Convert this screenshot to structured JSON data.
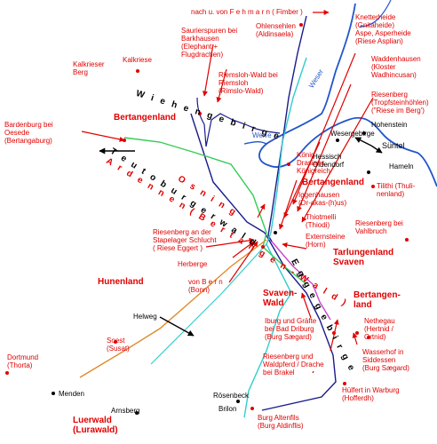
{
  "labels": {
    "fehmarn": "nach u. von F e h m a r n ( Fimber )",
    "knetterheide": "Knetterheide\n(Gnitaheide)\nAspe, Asperheide\n(Riese Asplian)",
    "ohlensehlen": "Ohlensehlen\n(Aldinsaela)",
    "saurier": "Saurierspuren bei\nBarkhausen\n(Elephant +\nFlugdrachen)",
    "kalkriese": "Kalkriese",
    "kalkrieser_berg": "Kalkrieser\nBerg",
    "waddenhausen": "Waddenhausen\n(Kloster\nWadhincusan)",
    "riemsloh": "Riemsloh-Wald bei\nRiemsloh\n(Rimslo-Wald)",
    "riesenberg_top": "Riesenberg\n(Tropfsteinhöhlen)\n(\"Riese im Berg')",
    "bertangenland_nw": "Bertangenland",
    "hohenstein": "Hohenstein",
    "bardenburg": "Bardenburg bei\nOesede\n(Bertangaburg)",
    "wesergebirge": "Wesergebirge",
    "suentel": "Süntel",
    "hessisch": "Hessisch\nOldendorf",
    "hameln": "Hameln",
    "koenig": "König\nDrasians\nKönigreich",
    "bertangenland_mid": "Bertangenland",
    "tilithi": "Tilithi (Thuli-\nnenland)",
    "iggenhausen": "Iggenhausen\n(Dr-akas-(h)us)",
    "thiotmelli": "Thiotmelli\n(Thiodi)",
    "riesenberg_vahl": "Riesenberg bei\nVahlbruch",
    "riesenberg_stap": "Riesenberg an der\nStapelager Schlucht\n( Riese Eggert )",
    "externsteine": "Externsteine\n(Horn)",
    "tarlungen": "Tarlungenland\nSvaven",
    "herberge": "Herberge",
    "hunenland": "Hunenland",
    "bern": "von B e r n\n(Bonn)",
    "svaven_wald": "Svaven-\nWald",
    "bertangen_land_se": "Bertangen-\nland",
    "helweg": "Helweg",
    "iburg": "Iburg und Gräfte\nbei Bad Driburg\n(Burg Sægard)",
    "nethegau": "Nethegau\n(Hertnid /\nOrtnid)",
    "soest": "Soest\n(Susat)",
    "dortmund": "Dortmund\n(Thorta)",
    "wasserhof": "Wasserhof in\nSiddessen\n(Burg Sægard)",
    "riesenberg_brakel": "Riesenberg und\nWaldpferd / Drache\nbei Brakel",
    "menden": "Menden",
    "roesenbeck": "Rösenbeck",
    "huelfert": "Hülfert in Warburg\n(Hofferdh)",
    "arnsberg": "Arnsberg",
    "brilon": "Brilon",
    "luerwald": "Luerwald\n(Lurawald)",
    "altenfils": "Burg Altenfils\n(Burg Aldinflis)"
  },
  "ridges": {
    "wiehengebirge": "W i e h e n g e b i r g e",
    "teutoburgerwald": "T e u t o b u r g e r w a l d",
    "osning": "O s n i n g",
    "ardennen": "A r d e n n e n ( B e r t a n g e n - W a l d )",
    "eggegebirge": "E g g e g e b i r g e"
  },
  "rivers": {
    "weser": "Weser",
    "werre": "Werre"
  },
  "colors": {
    "labels": "#e00000",
    "route": "#1a1a8c",
    "weser": "#2255cc",
    "orange_route": "#e08a2a",
    "green_route": "#33cc55",
    "cyan_route": "#33cccc",
    "magenta_route": "#cc44cc"
  }
}
